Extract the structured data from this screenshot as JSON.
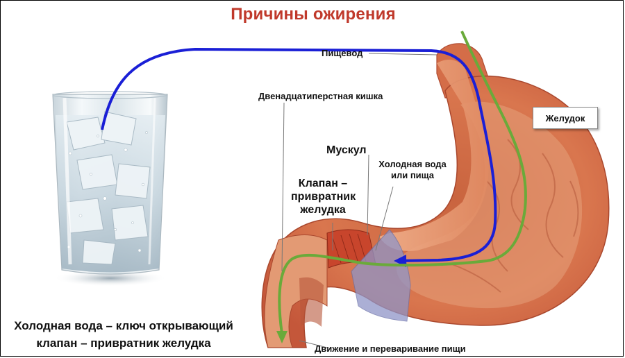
{
  "title": "Причины ожирения",
  "labels": {
    "esophagus": "Пищевод",
    "duodenum": "Двенадцатиперстная кишка",
    "stomach": "Желудок",
    "muscle": "Мускул",
    "cold_water_line1": "Холодная вода",
    "cold_water_line2": "или пища",
    "valve_line1": "Клапан –",
    "valve_line2": "привратник",
    "valve_line3": "желудка",
    "movement": "Движение и переваривание пищи"
  },
  "caption": {
    "line1": "Холодная вода – ключ  открывающий",
    "line2": "клапан – привратник желудка"
  },
  "colors": {
    "title": "#c0392b",
    "blue_path": "#1a1fd6",
    "green_path": "#6aaa3a",
    "stomach": "#d9704a",
    "stomach_inner": "#e8a27c",
    "liquid": "#8f95c8"
  },
  "icons": [
    "glass-of-water-illustration",
    "stomach-anatomy-illustration"
  ]
}
